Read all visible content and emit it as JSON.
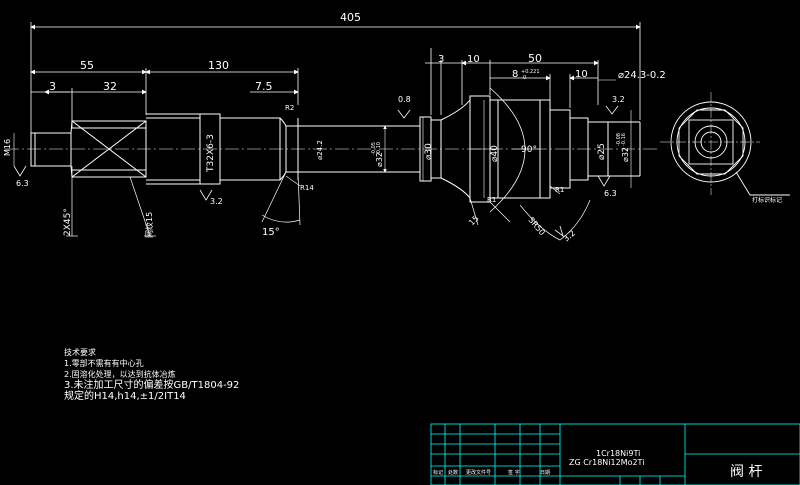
{
  "colors": {
    "background": "#000000",
    "geometry": "#ffffff",
    "title_block": "#00ffff"
  },
  "dimensions": {
    "overall": "405",
    "d55": "55",
    "d130": "130",
    "d3_left": "3",
    "d32": "32",
    "d7_5": "7.5",
    "d3_right": "3",
    "d10_a": "10",
    "d50": "50",
    "d8": "8",
    "d10_b": "10",
    "tol_8": "+0.221",
    "tol_8b": "0",
    "d24": "⌀24.3-0.2",
    "m16": "M16",
    "r2": "R2",
    "r14": "R14",
    "r1_a": "R1",
    "r1_b": "R1",
    "thread": "T32X6-3",
    "dia_left": "⌀24.2",
    "dia_32": "⌀32",
    "dia_30": "⌀30",
    "dia_40": "⌀40",
    "dia_25": "⌀25",
    "dia_32b": "⌀32",
    "angle_90": "90°",
    "angle_15a": "15°",
    "angle_15b": "15",
    "sr50": "SR50",
    "chamfer": "2X45°",
    "knurl": "网纹15",
    "tol_32a": "-0.05",
    "tol_32b": "-0.10",
    "tol_32c": "-0.08",
    "tol_32d": "-0.16"
  },
  "roughness": {
    "r6_3_left": "6.3",
    "r3_2_mid": "3.2",
    "r0_8": "0.8",
    "r3_2_right": "3.2",
    "r6_3_right": "6.3",
    "r3_2_low": "3.2"
  },
  "end_view_note": "打标识标记",
  "notes": {
    "title": "技术要求",
    "line1": "1.零部不需有有中心孔",
    "line2": "2.固溶化处理，以达到抗体冶炼",
    "line3": "3.未注加工尺寸的偏差按GB/T1804-92",
    "line4": "规定的H14,h14,±1/2IT14"
  },
  "title_block": {
    "material1": "1Cr18Ni9Ti",
    "material2": "ZG Cr18Ni12Mo2Ti",
    "part_name": "阀 杆",
    "row_labels": [
      "标记",
      "处数",
      "更改文件号",
      "签 字",
      "日期"
    ]
  }
}
